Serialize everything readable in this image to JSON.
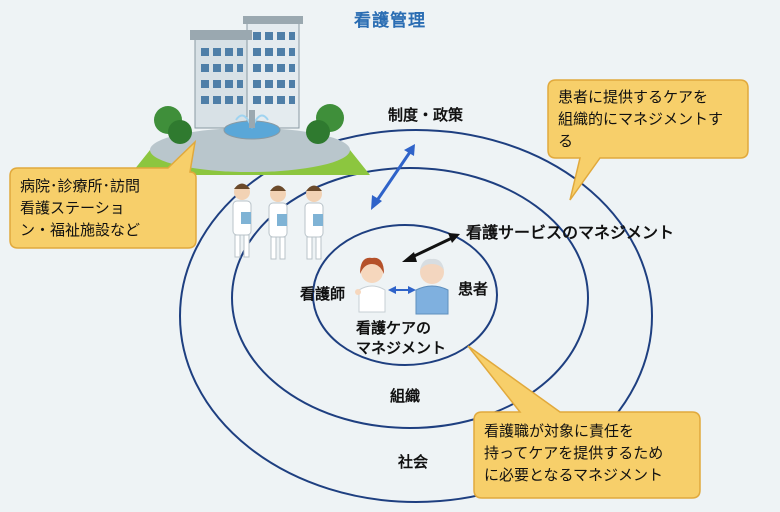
{
  "title": "看護管理",
  "rings": {
    "outer": "社会",
    "middle": "組織",
    "inner_top": "制度・政策",
    "service": "看護サービスのマネジメント"
  },
  "center": {
    "nurse": "看護師",
    "patient": "患者",
    "care_line1": "看護ケアの",
    "care_line2": "マネジメント"
  },
  "callouts": {
    "facilities": [
      "病院･診療所･訪問",
      "看護ステーショ",
      "ン・福祉施設など"
    ],
    "patient_care": [
      "患者に提供するケアを",
      "組織的にマネジメントす",
      "る"
    ],
    "nursing_role": [
      "看護職が対象に責任を",
      "持ってケアを提供するため",
      "に必要となるマネジメント"
    ]
  },
  "colors": {
    "background": "#eef3f5",
    "title": "#2a6db3",
    "ring": "#1e3f80",
    "callout_fill": "#f7cf6a",
    "callout_stroke": "#e1a93c",
    "arrow_blue": "#2f63c9"
  },
  "icons": {
    "hospital": "hospital-building-icon",
    "nurses": "nurse-group-icon",
    "nurse": "nurse-icon",
    "patient": "elderly-patient-icon"
  }
}
